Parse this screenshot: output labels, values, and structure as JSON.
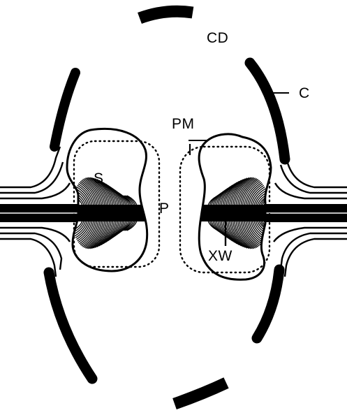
{
  "labels": {
    "cd": "CD",
    "c": "C",
    "pm": "PM",
    "s": "S",
    "p": "P",
    "xw": "XW"
  },
  "colors": {
    "ink": "#000000",
    "paper": "#ffffff"
  }
}
